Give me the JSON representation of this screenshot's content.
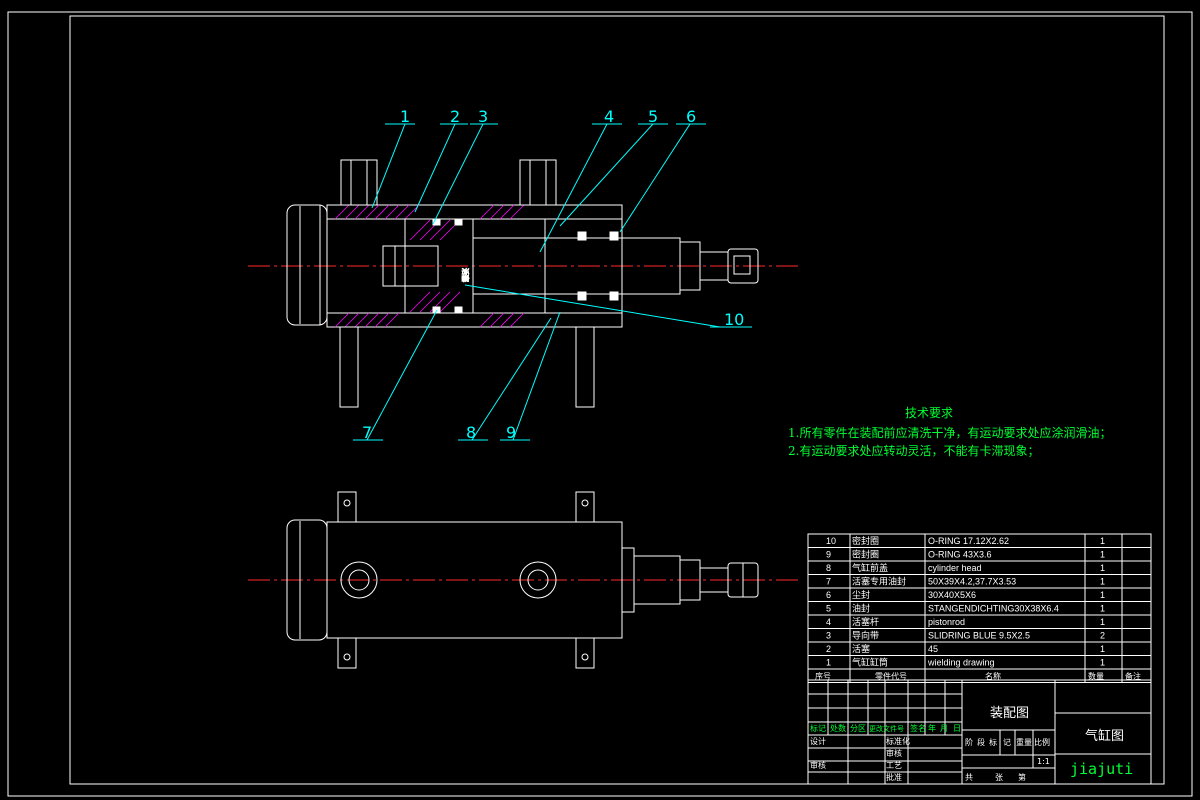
{
  "balloons": [
    "1",
    "2",
    "3",
    "4",
    "5",
    "6",
    "7",
    "8",
    "9",
    "10"
  ],
  "piston_label": "活塞",
  "tech_requirements": {
    "title": "技术要求",
    "items": [
      "1.所有零件在装配前应清洗干净，有运动要求处应涂润滑油；",
      "2.有运动要求处应转动灵活，不能有卡滞现象；"
    ]
  },
  "bom": {
    "headers": {
      "seq": "序号",
      "code": "零件代号",
      "name": "名称",
      "qty": "数量",
      "note": "备注"
    },
    "rows": [
      {
        "no": "10",
        "name": "密封圈",
        "spec": "O-RING 17.12X2.62",
        "qty": "1"
      },
      {
        "no": "9",
        "name": "密封圈",
        "spec": "O-RING 43X3.6",
        "qty": "1"
      },
      {
        "no": "8",
        "name": "气缸前盖",
        "spec": "cylinder head",
        "qty": "1"
      },
      {
        "no": "7",
        "name": "活塞专用油封",
        "spec": "50X39X4.2,37.7X3.53",
        "qty": "1"
      },
      {
        "no": "6",
        "name": "尘封",
        "spec": "30X40X5X6",
        "qty": "1"
      },
      {
        "no": "5",
        "name": "油封",
        "spec": "STANGENDICHTING30X38X6.4",
        "qty": "1"
      },
      {
        "no": "4",
        "name": "活塞杆",
        "spec": "pistonrod",
        "qty": "1"
      },
      {
        "no": "3",
        "name": "导向带",
        "spec": "SLIDRING BLUE 9.5X2.5",
        "qty": "2"
      },
      {
        "no": "2",
        "name": "活塞",
        "spec": "45",
        "qty": "1"
      },
      {
        "no": "1",
        "name": "气缸缸筒",
        "spec": "wielding drawing",
        "qty": "1"
      }
    ]
  },
  "title_block": {
    "revision_labels": [
      "标记",
      "处数",
      "分区",
      "更改文件号",
      "签名",
      "年",
      "月",
      "日"
    ],
    "roles": {
      "design": "设计",
      "standard": "标准化",
      "check": "审核",
      "process": "工艺",
      "approve": "批准",
      "audit": "审核"
    },
    "stage_labels": [
      "阶",
      "段",
      "标",
      "记",
      "重量",
      "比例"
    ],
    "scale": "1:1",
    "sheet_labels": {
      "total": "共",
      "sheet": "张",
      "page": "第"
    },
    "assembly": "装配图",
    "title": "气缸图",
    "company": "jiajuti"
  },
  "colors": {
    "line": "#ffffff",
    "leader": "#00ffff",
    "center": "#ff2a2a",
    "hatch": "#ff00ff",
    "text_green": "#00ff33",
    "bom_text": "#ffffff"
  }
}
